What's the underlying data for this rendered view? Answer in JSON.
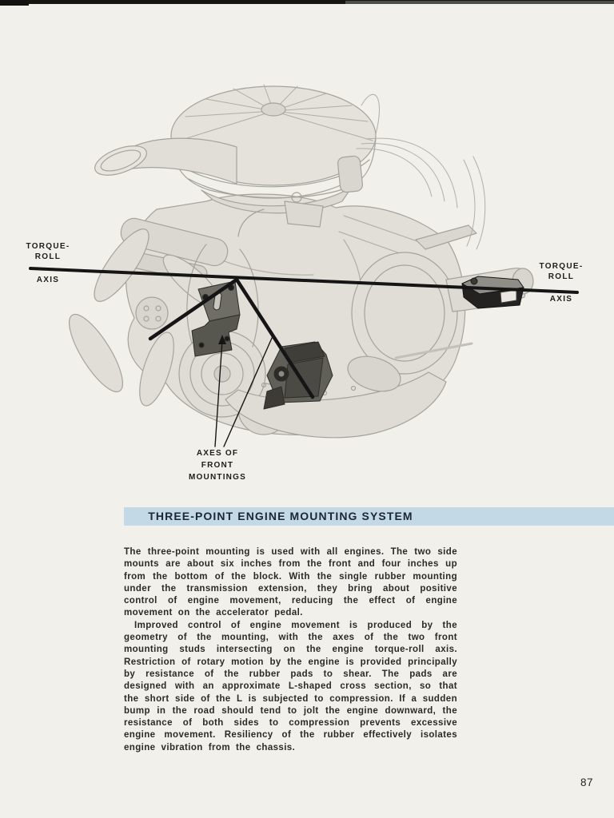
{
  "page": {
    "number": "87"
  },
  "figure": {
    "torque_roll_left": [
      "TORQUE-",
      "ROLL",
      "AXIS"
    ],
    "torque_roll_right": [
      "TORQUE-",
      "ROLL",
      "AXIS"
    ],
    "front_mountings": [
      "AXES OF",
      "FRONT",
      "MOUNTINGS"
    ]
  },
  "section": {
    "heading": "THREE-POINT ENGINE MOUNTING SYSTEM",
    "paragraphs": [
      "The three-point mounting is used with all engines. The two side mounts are about six inches from the front and four inches up from the bottom of the block. With the single rubber mounting under the transmission extension, they bring about positive control of engine movement, reducing the effect of engine movement on the accelerator pedal.",
      "Improved control of engine movement is produced by the geometry of the mounting, with the axes of the two front mounting studs intersecting on the engine torque-roll axis. Restriction of rotary motion by the engine is provided principally by resistance of the rubber pads to shear. The pads are designed with an approximate L-shaped cross section, so that the short side of the L is subjected to compression. If a sudden bump in the road should tend to jolt the engine downward, the resistance of both sides to compression prevents excessive engine movement. Resiliency of the rubber effectively isolates engine vibration from the chassis."
    ]
  },
  "colors": {
    "paper": "#f2f0ea",
    "banner_blue": "#c4d9e6",
    "ink": "#2b2a28",
    "annotation_black": "#151515",
    "artwork_gray": "#a4a39c"
  }
}
